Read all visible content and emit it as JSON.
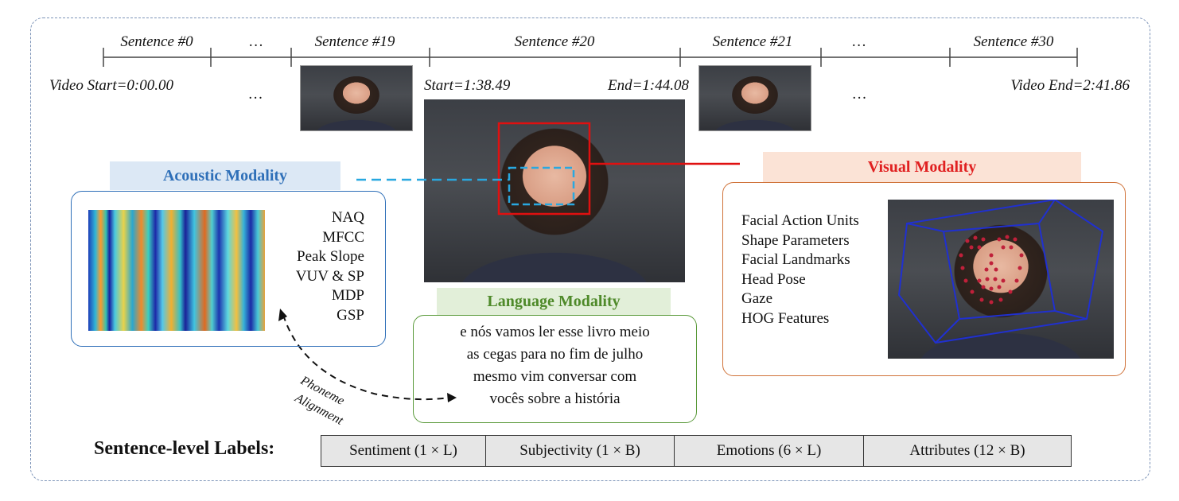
{
  "timeline": {
    "sentences": [
      "Sentence #0",
      "…",
      "Sentence #19",
      "Sentence #20",
      "Sentence #21",
      "…",
      "Sentence #30"
    ],
    "video_start": "Video Start=0:00.00",
    "video_end": "Video End=2:41.86",
    "seg_start": "Start=1:38.49",
    "seg_end": "End=1:44.08",
    "ellipsis": "…"
  },
  "acoustic": {
    "title": "Acoustic Modality",
    "features": [
      "NAQ",
      "MFCC",
      "Peak Slope",
      "VUV & SP",
      "MDP",
      "GSP"
    ],
    "title_color": "#2e6fb8",
    "title_bg": "#dce8f5"
  },
  "language": {
    "title": "Language Modality",
    "text_lines": [
      "e nós vamos ler esse livro meio",
      "as cegas para no fim de julho",
      "mesmo vim conversar com",
      "vocês sobre a história"
    ],
    "title_color": "#4f8a2a",
    "title_bg": "#e2efd9"
  },
  "visual": {
    "title": "Visual Modality",
    "features": [
      "Facial Action Units",
      "Shape Parameters",
      "Facial Landmarks",
      "Head Pose",
      "Gaze",
      "HOG Features"
    ],
    "title_color": "#e02020",
    "title_bg": "#fbe3d6"
  },
  "alignment_label": [
    "Phoneme",
    "Alignment"
  ],
  "labels": {
    "heading": "Sentence-level Labels:",
    "cells": [
      "Sentiment (1 × L)",
      "Subjectivity (1 × B)",
      "Emotions (6  ×  L)",
      "Attributes (12  ×  B)"
    ]
  }
}
